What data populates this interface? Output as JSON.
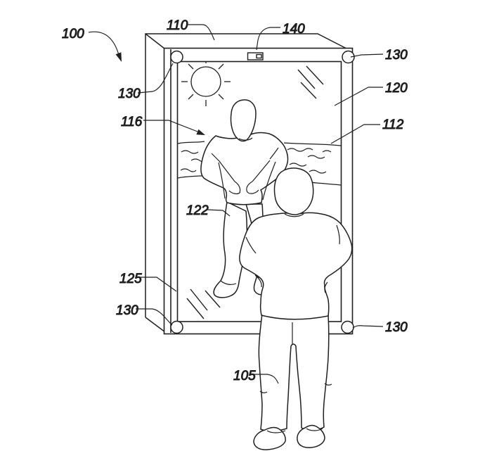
{
  "figure": {
    "type": "patent-line-drawing",
    "subject": "smart-mirror with viewer and displayed reflection scene",
    "colors": {
      "background": "#ffffff",
      "line": "#1f1f1f"
    },
    "icons": [
      "sun-icon",
      "camera-module-icon",
      "corner-sensor-icon",
      "glare-lines-icon",
      "ocean-waves-icon"
    ]
  },
  "labels": [
    {
      "text": "100"
    },
    {
      "text": "110"
    },
    {
      "text": "140"
    },
    {
      "text": "130"
    },
    {
      "text": "130"
    },
    {
      "text": "120"
    },
    {
      "text": "116"
    },
    {
      "text": "112"
    },
    {
      "text": "122"
    },
    {
      "text": "125"
    },
    {
      "text": "130"
    },
    {
      "text": "130"
    },
    {
      "text": "105"
    }
  ]
}
